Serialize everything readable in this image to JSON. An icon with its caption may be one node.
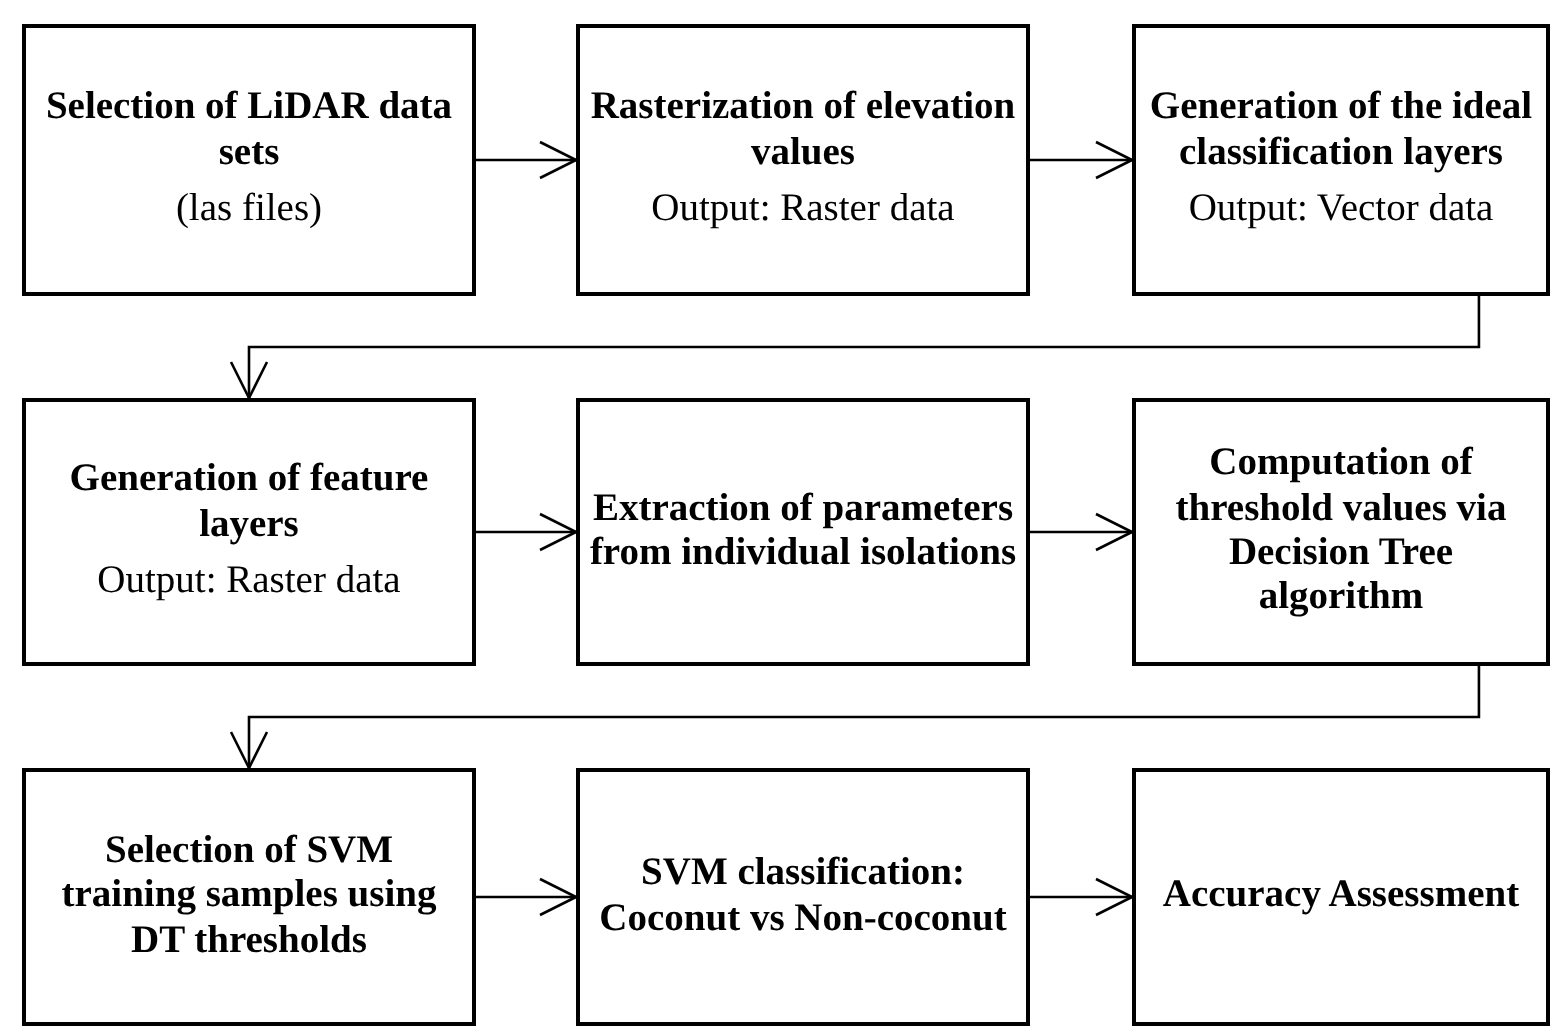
{
  "diagram": {
    "nodes": [
      {
        "text": [
          "Selection of LiDAR data sets",
          "(las files)"
        ]
      },
      {
        "text": [
          "Rasterization of elevation values",
          "Output: Raster data"
        ]
      },
      {
        "text": [
          "Generation of the ideal classification layers",
          "Output: Vector data"
        ]
      },
      {
        "text": [
          "Generation of feature layers",
          "Output: Raster data"
        ]
      },
      {
        "text": [
          "Extraction of parameters from individual isolations"
        ]
      },
      {
        "text": [
          "Computation of threshold values via Decision Tree algorithm"
        ]
      },
      {
        "text": [
          "Selection of SVM training samples using DT thresholds"
        ]
      },
      {
        "text": [
          "SVM classification: Coconut vs Non-coconut"
        ]
      },
      {
        "text": [
          "Accuracy Assessment"
        ]
      }
    ],
    "edges": [
      {
        "from": 0,
        "to": 1,
        "arrow": "to"
      },
      {
        "from": 1,
        "to": 2,
        "arrow": "to"
      },
      {
        "from": 2,
        "to": 3,
        "arrow": "to"
      },
      {
        "from": 3,
        "to": 4,
        "arrow": "to"
      },
      {
        "from": 4,
        "to": 5,
        "arrow": "to"
      },
      {
        "from": 5,
        "to": 6,
        "arrow": "to"
      },
      {
        "from": 6,
        "to": 7,
        "arrow": "to"
      },
      {
        "from": 7,
        "to": 8,
        "arrow": "to"
      }
    ]
  }
}
